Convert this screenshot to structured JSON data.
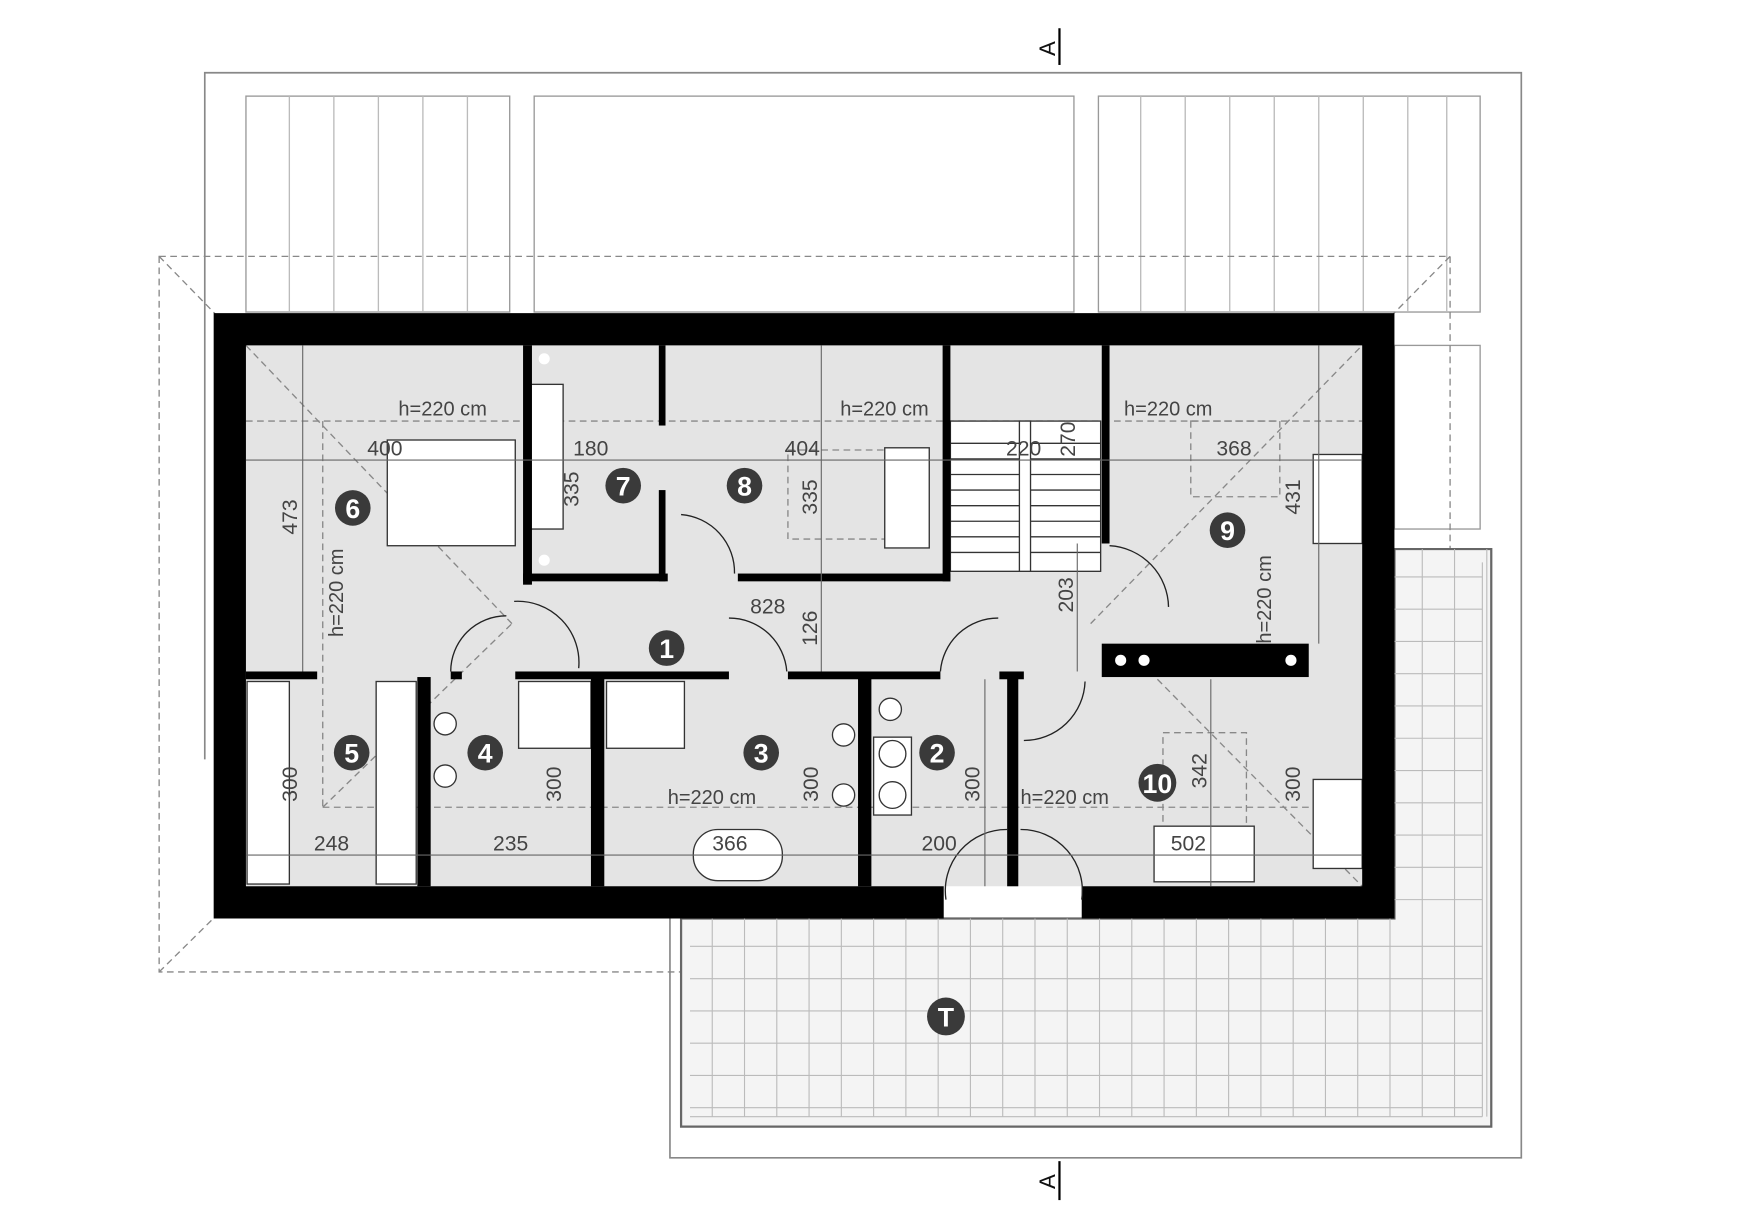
{
  "colors": {
    "wall": "#000000",
    "floor": "#e4e4e4",
    "marker": "#3a3a3a",
    "line": "#777777"
  },
  "section_marker": {
    "top": "A",
    "bottom": "A"
  },
  "rooms": {
    "r1": "1",
    "r2": "2",
    "r3": "3",
    "r4": "4",
    "r5": "5",
    "r6": "6",
    "r7": "7",
    "r8": "8",
    "r9": "9",
    "r10": "10",
    "terrace": "T"
  },
  "dimensions": {
    "r6_width": "400",
    "r6_depth": "473",
    "r7_width": "180",
    "r7_depth": "335",
    "r8_width": "404",
    "r8_depth": "335",
    "stairs_width": "220",
    "stairs_depth": "270",
    "r9_width": "368",
    "r9_depth": "431",
    "hall_length": "828",
    "hall_width": "126",
    "hall_right": "203",
    "r5_depth": "300",
    "r5_width": "248",
    "r4_depth": "300",
    "r4_width": "235",
    "r3_depth": "300",
    "r3_width": "366",
    "r2_depth": "300",
    "r2_width": "200",
    "r10_depth": "342",
    "r10_width": "502",
    "r10_side": "300"
  },
  "heights": {
    "r6_top": "h=220 cm",
    "r6_side": "h=220 cm",
    "r8": "h=220 cm",
    "r9_top": "h=220 cm",
    "r9_side": "h=220 cm",
    "r3": "h=220 cm",
    "r10": "h=220 cm"
  }
}
